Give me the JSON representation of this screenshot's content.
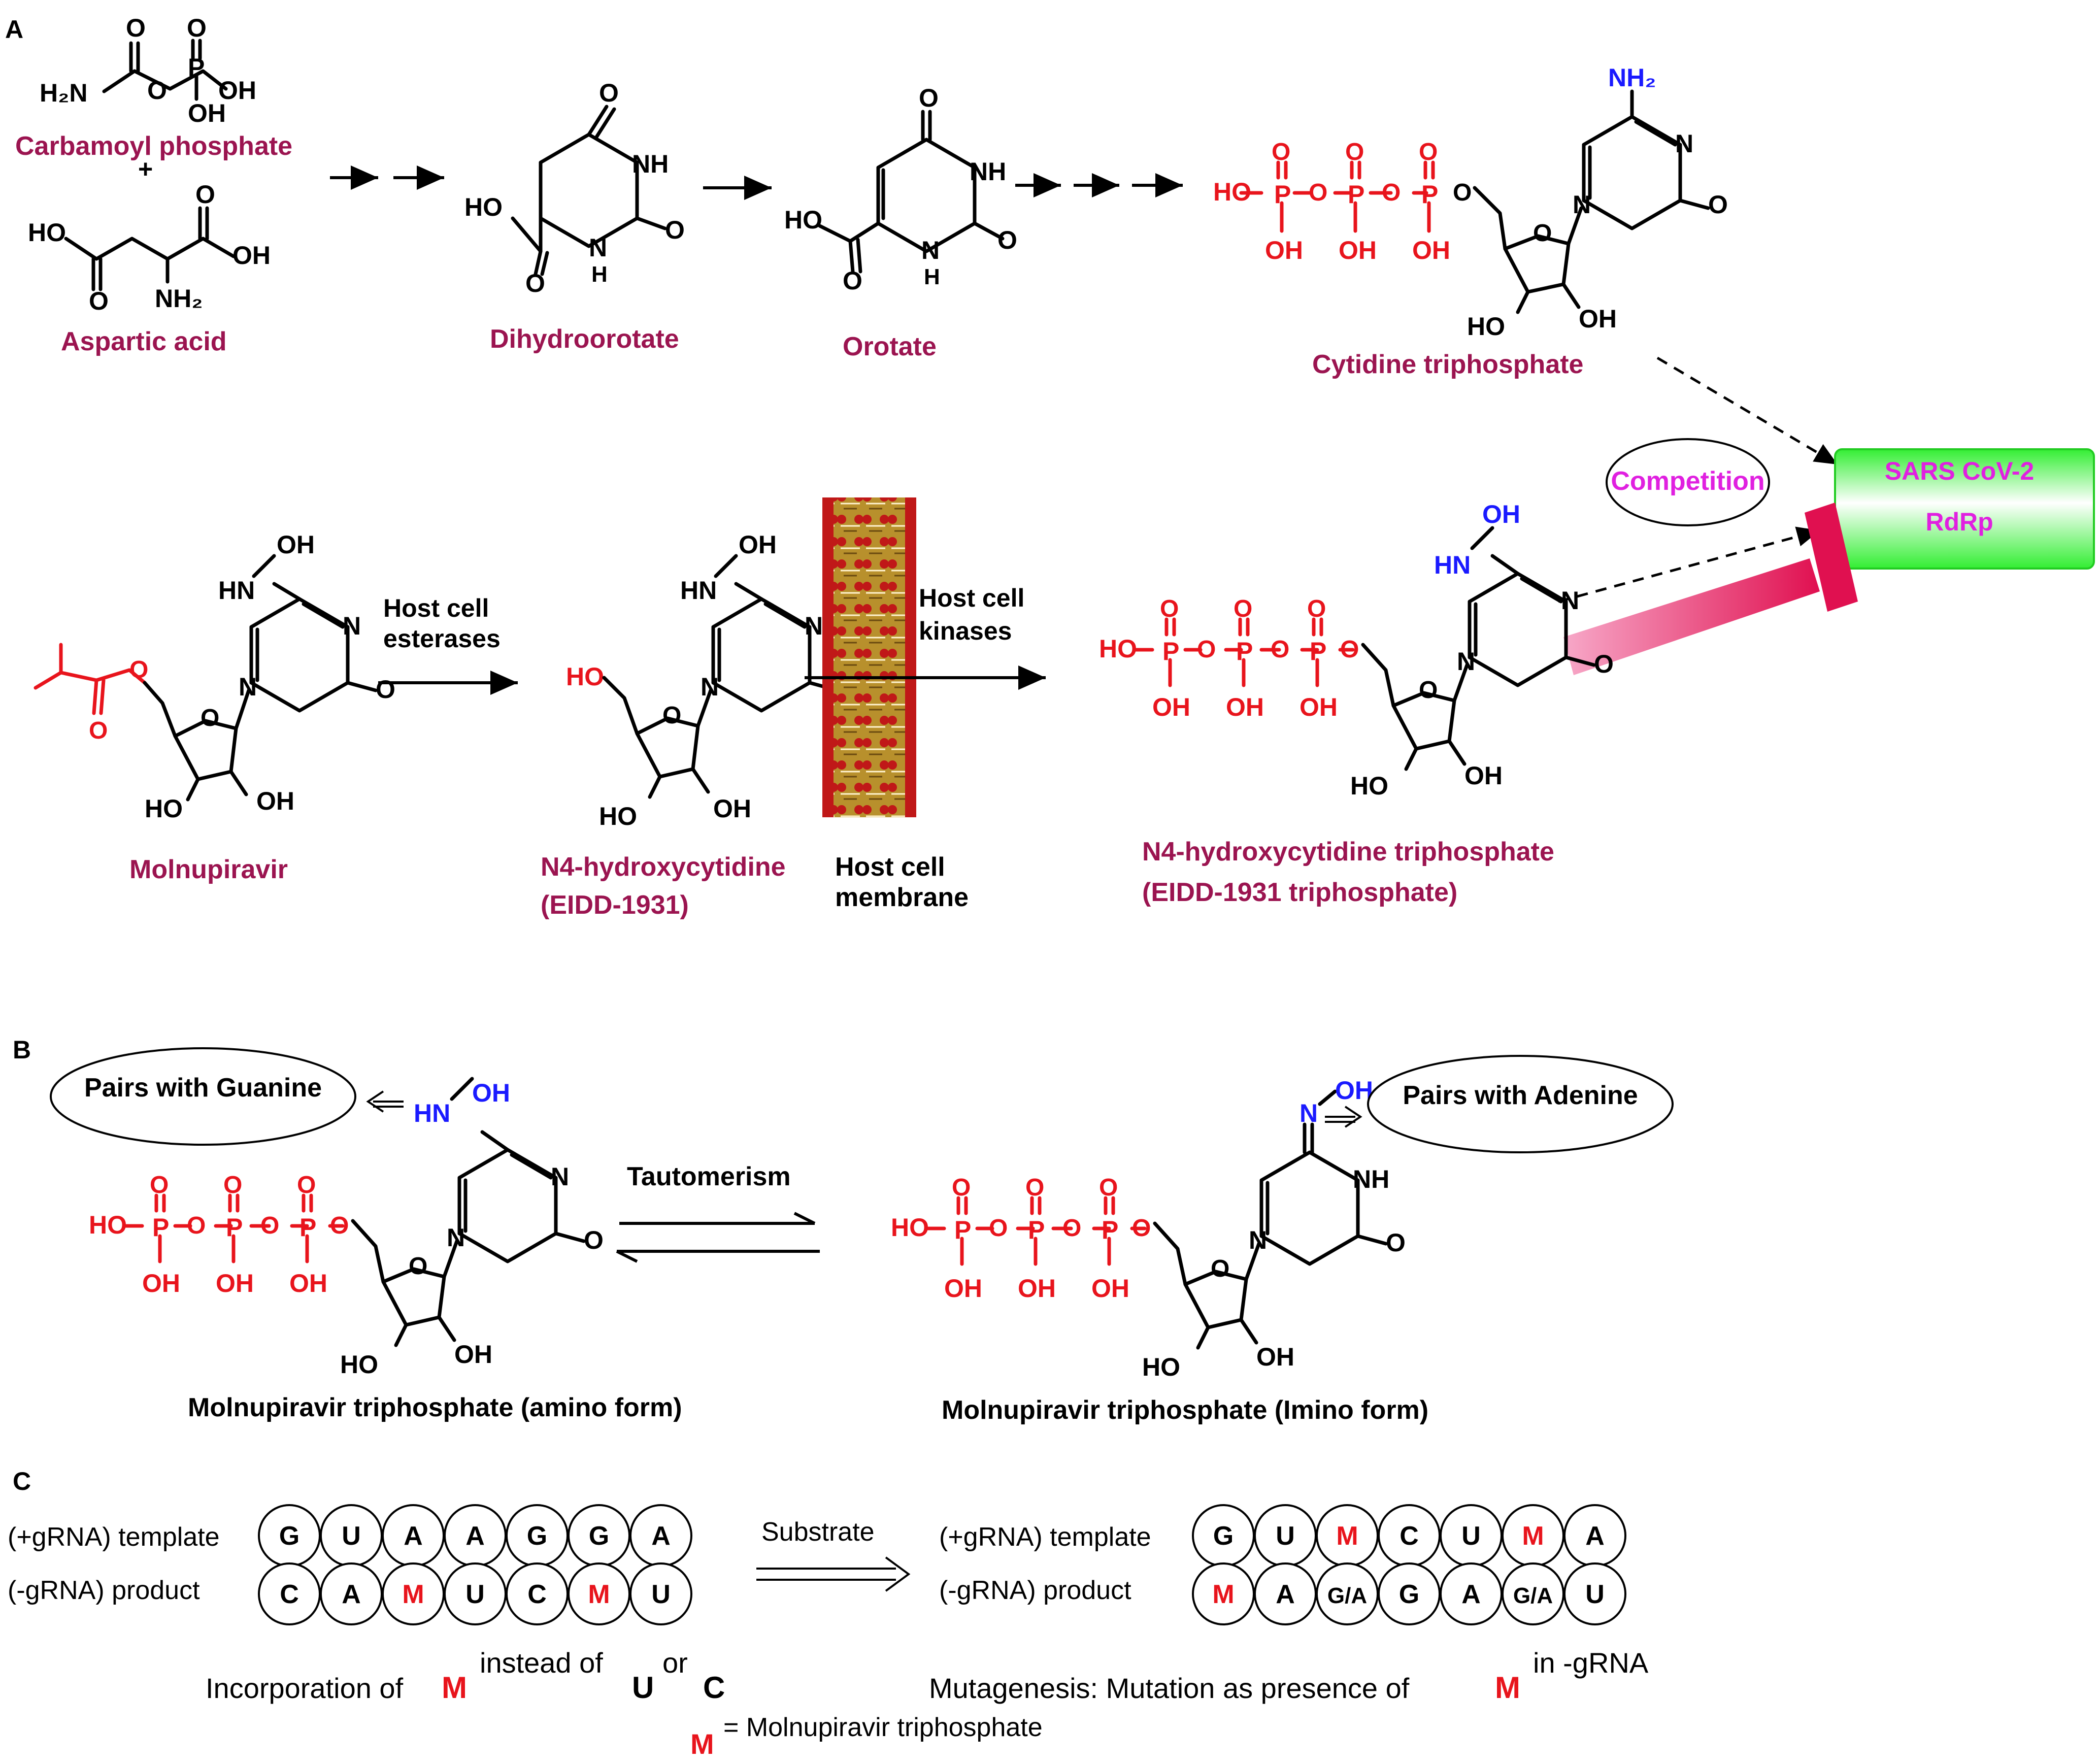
{
  "panels": {
    "a": "A",
    "b": "B",
    "c": "C"
  },
  "labels": {
    "carbamoyl": "Carbamoyl phosphate",
    "plus": "+",
    "aspartic": "Aspartic acid",
    "dihydroorotate": "Dihydroorotate",
    "orotate": "Orotate",
    "ctp": "Cytidine triphosphate",
    "competition": "Competition",
    "sars_line1": "SARS CoV-2",
    "sars_line2": "RdRp",
    "molnupiravir": "Molnupiravir",
    "esterases_1": "Host cell",
    "esterases_2": "esterases",
    "nhc_1": "N4-hydroxycytidine",
    "nhc_2": "(EIDD-1931)",
    "membrane_1": "Host cell",
    "membrane_2": "membrane",
    "kinases_1": "Host cell",
    "kinases_2": "kinases",
    "nhctp_1": "N4-hydroxycytidine triphosphate",
    "nhctp_2": "(EIDD-1931 triphosphate)",
    "guanine": "Pairs with Guanine",
    "adenine": "Pairs with Adenine",
    "tautomerism": "Tautomerism",
    "amino_form": "Molnupiravir triphosphate (amino form)",
    "imino_form": "Molnupiravir triphosphate (Imino form)"
  },
  "atoms": {
    "o": "O",
    "p": "P",
    "oh": "OH",
    "ho": "HO",
    "h2n": "H₂N",
    "nh2": "NH₂",
    "nh": "NH",
    "n": "N",
    "h": "H",
    "hn": "HN"
  },
  "panel_c": {
    "template_label": "(+gRNA) template",
    "product_label": "(-gRNA) product",
    "left_template": [
      "G",
      "U",
      "A",
      "A",
      "G",
      "G",
      "A"
    ],
    "left_product": [
      "C",
      "A",
      "M",
      "U",
      "C",
      "M",
      "U"
    ],
    "right_template": [
      "G",
      "U",
      "M",
      "C",
      "U",
      "M",
      "A"
    ],
    "right_product": [
      "M",
      "A",
      "G/A",
      "G",
      "A",
      "G/A",
      "U"
    ],
    "substrate": "Substrate",
    "inc_1": "Incorporation of",
    "inc_m": "M",
    "inc_2": "instead of",
    "inc_u": "U",
    "inc_or": "or",
    "inc_c": "C",
    "mut_1": "Mutagenesis: Mutation as presence of",
    "mut_m": "M",
    "mut_2": "in -gRNA",
    "legend_m": "M",
    "legend_text": "= Molnupiravir triphosphate"
  },
  "colors": {
    "accent_red": "#e8141c",
    "label_maroon": "#9b1450",
    "amine_blue": "#1a1aff",
    "competition_magenta": "#e020e0",
    "rdrp_green": "#33ee33"
  }
}
